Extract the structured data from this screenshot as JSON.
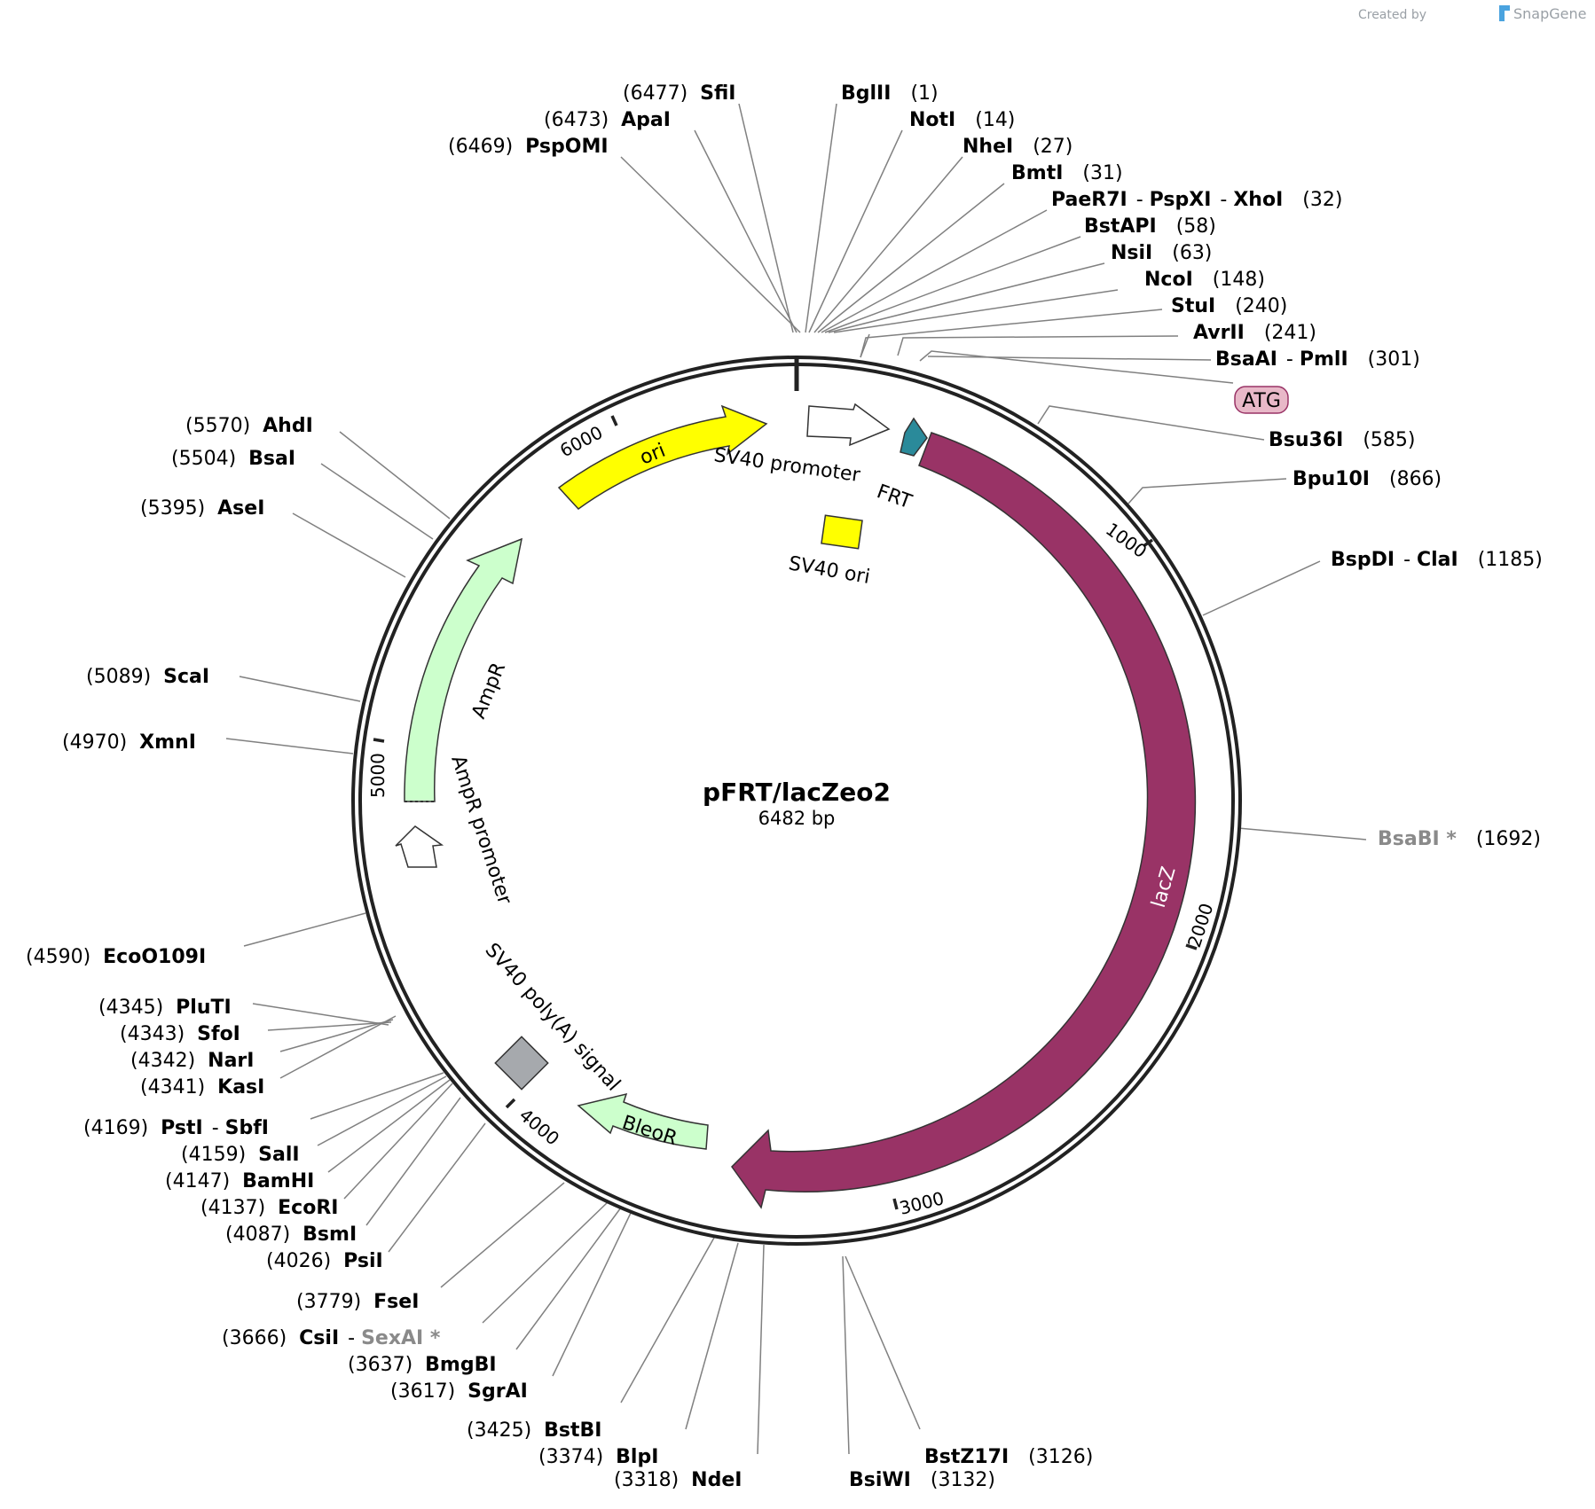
{
  "plasmid": {
    "name": "pFRT/lacZeo2",
    "size_label": "6482 bp"
  },
  "credit": {
    "prefix": "Created by",
    "brand": "SnapGene"
  },
  "colors": {
    "ori": "#ffff00",
    "lacZ": "#993366",
    "resistance": "#ccffcc",
    "frt": "#2a8a9a",
    "sv40_ori": "#ffff00",
    "polyA": "#a6a9ad",
    "atg_fill": "#e8b8c8",
    "atg_border": "#993366",
    "backbone": "#222222"
  },
  "atg": {
    "label": "ATG"
  },
  "ticks": [
    "1000",
    "2000",
    "3000",
    "4000",
    "5000",
    "6000"
  ],
  "features": {
    "ori": "ori",
    "lacz": "lacZ",
    "ampr": "AmpR",
    "ampr_promoter": "AmpR promoter",
    "sv40_promoter": "SV40 promoter",
    "frt": "FRT",
    "sv40_ori": "SV40 ori",
    "polya": "SV40 poly(A) signal",
    "bleor": "BleoR"
  },
  "sites": [
    {
      "pos": "(6477)",
      "names": [
        "SfiI"
      ]
    },
    {
      "pos": "(6473)",
      "names": [
        "ApaI"
      ]
    },
    {
      "pos": "(6469)",
      "names": [
        "PspOMI"
      ]
    },
    {
      "pos": "(1)",
      "names": [
        "BglII"
      ]
    },
    {
      "pos": "(14)",
      "names": [
        "NotI"
      ]
    },
    {
      "pos": "(27)",
      "names": [
        "NheI"
      ]
    },
    {
      "pos": "(31)",
      "names": [
        "BmtI"
      ]
    },
    {
      "pos": "(32)",
      "names": [
        "PaeR7I",
        "PspXI",
        "XhoI"
      ]
    },
    {
      "pos": "(58)",
      "names": [
        "BstAPI"
      ]
    },
    {
      "pos": "(63)",
      "names": [
        "NsiI"
      ]
    },
    {
      "pos": "(148)",
      "names": [
        "NcoI"
      ]
    },
    {
      "pos": "(240)",
      "names": [
        "StuI"
      ]
    },
    {
      "pos": "(241)",
      "names": [
        "AvrII"
      ]
    },
    {
      "pos": "(301)",
      "names": [
        "BsaAI",
        "PmlI"
      ]
    },
    {
      "pos": "(585)",
      "names": [
        "Bsu36I"
      ]
    },
    {
      "pos": "(866)",
      "names": [
        "Bpu10I"
      ]
    },
    {
      "pos": "(1185)",
      "names": [
        "BspDI",
        "ClaI"
      ]
    },
    {
      "pos": "(1692)",
      "names": [
        "BsaBI *"
      ]
    },
    {
      "pos": "(3126)",
      "names": [
        "BstZ17I"
      ]
    },
    {
      "pos": "(3132)",
      "names": [
        "BsiWI"
      ]
    },
    {
      "pos": "(3318)",
      "names": [
        "NdeI"
      ]
    },
    {
      "pos": "(3374)",
      "names": [
        "BlpI"
      ]
    },
    {
      "pos": "(3425)",
      "names": [
        "BstBI"
      ]
    },
    {
      "pos": "(3617)",
      "names": [
        "SgrAI"
      ]
    },
    {
      "pos": "(3637)",
      "names": [
        "BmgBI"
      ]
    },
    {
      "pos": "(3666)",
      "names": [
        "CsiI",
        "SexAI *"
      ]
    },
    {
      "pos": "(3779)",
      "names": [
        "FseI"
      ]
    },
    {
      "pos": "(4026)",
      "names": [
        "PsiI"
      ]
    },
    {
      "pos": "(4087)",
      "names": [
        "BsmI"
      ]
    },
    {
      "pos": "(4137)",
      "names": [
        "EcoRI"
      ]
    },
    {
      "pos": "(4147)",
      "names": [
        "BamHI"
      ]
    },
    {
      "pos": "(4159)",
      "names": [
        "SalI"
      ]
    },
    {
      "pos": "(4169)",
      "names": [
        "PstI",
        "SbfI"
      ]
    },
    {
      "pos": "(4341)",
      "names": [
        "KasI"
      ]
    },
    {
      "pos": "(4342)",
      "names": [
        "NarI"
      ]
    },
    {
      "pos": "(4343)",
      "names": [
        "SfoI"
      ]
    },
    {
      "pos": "(4345)",
      "names": [
        "PluTI"
      ]
    },
    {
      "pos": "(4590)",
      "names": [
        "EcoO109I"
      ]
    },
    {
      "pos": "(4970)",
      "names": [
        "XmnI"
      ]
    },
    {
      "pos": "(5089)",
      "names": [
        "ScaI"
      ]
    },
    {
      "pos": "(5395)",
      "names": [
        "AseI"
      ]
    },
    {
      "pos": "(5504)",
      "names": [
        "BsaI"
      ]
    },
    {
      "pos": "(5570)",
      "names": [
        "AhdI"
      ]
    }
  ]
}
